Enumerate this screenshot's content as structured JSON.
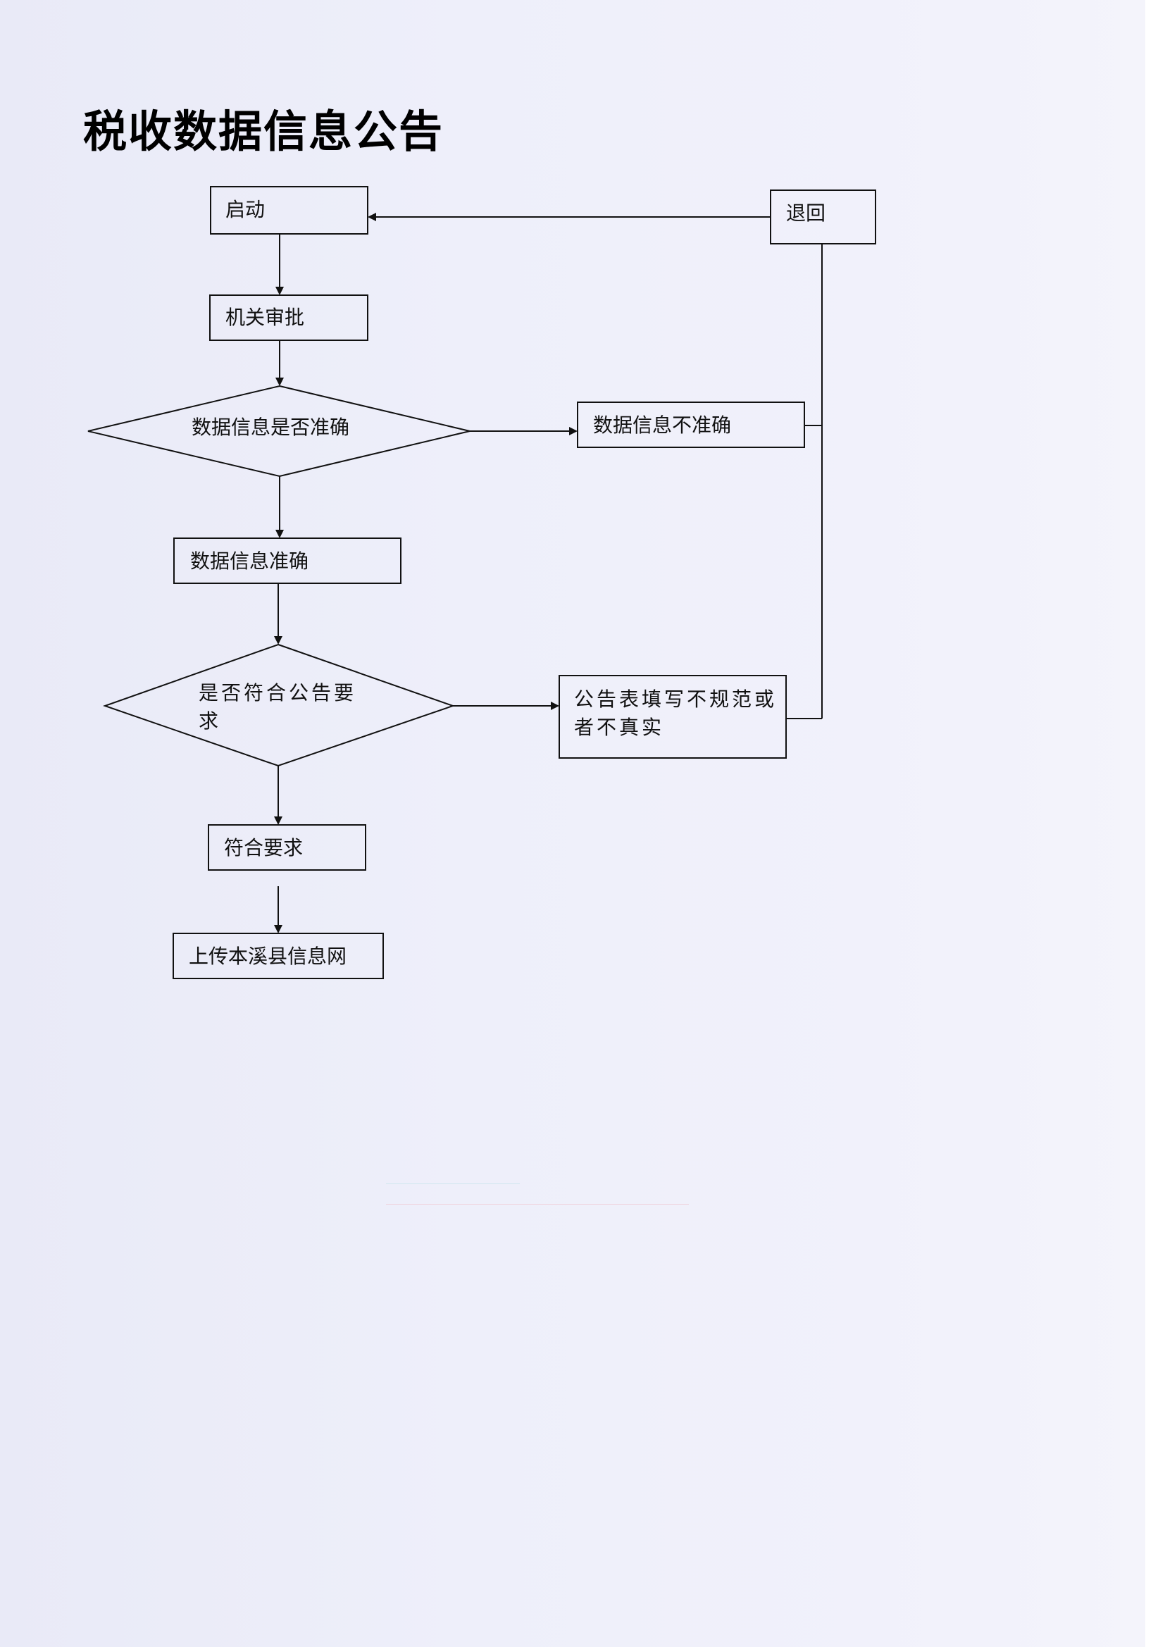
{
  "title": "税收数据信息公告",
  "nodes": {
    "start": "启动",
    "return": "退回",
    "approval": "机关审批",
    "decision_accurate": "数据信息是否准确",
    "inaccurate": "数据信息不准确",
    "accurate": "数据信息准确",
    "decision_compliant": "是否符合公告要求",
    "non_compliant": "公告表填写不规范或者不真实",
    "compliant": "符合要求",
    "upload": "上传本溪县信息网"
  },
  "colors": {
    "line": "#111111",
    "page": "#eeeffa"
  }
}
